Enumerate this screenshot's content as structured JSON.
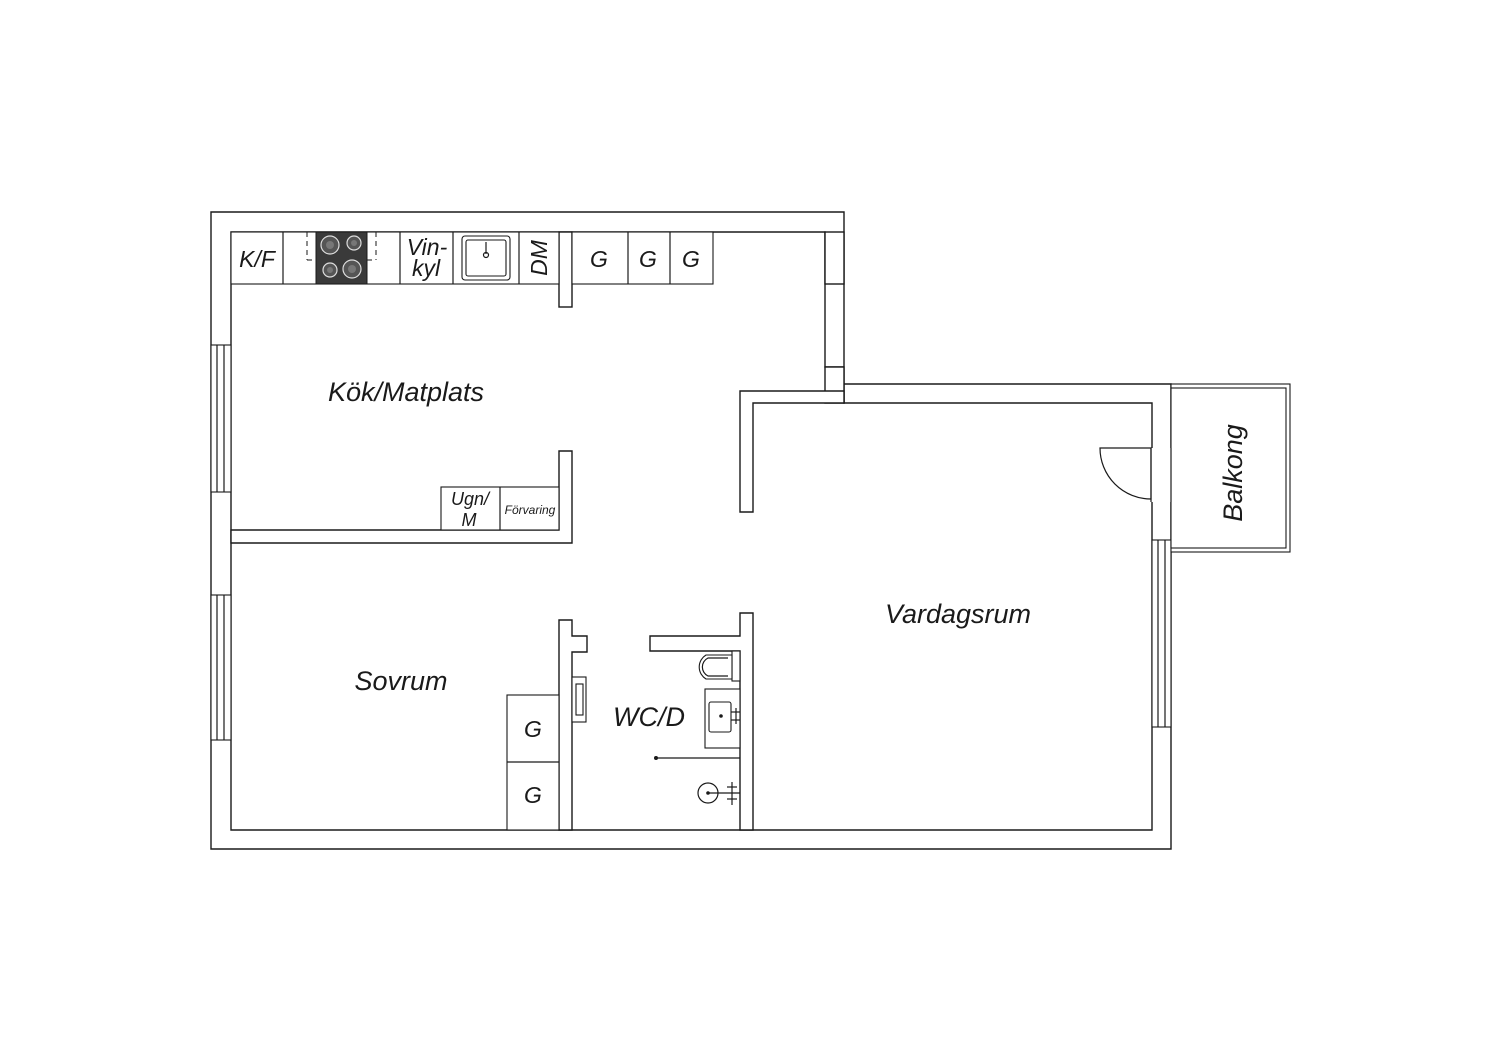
{
  "rooms": {
    "kitchen": "Kök/Matplats",
    "living": "Vardagsrum",
    "bedroom": "Sovrum",
    "bathroom": "WC/D",
    "balcony": "Balkong"
  },
  "fixtures": {
    "fridge_freezer": "K/F",
    "wine_fridge_line1": "Vin-",
    "wine_fridge_line2": "kyl",
    "dishwasher": "DM",
    "wardrobe": "G",
    "oven_line1": "Ugn/",
    "oven_line2": "M",
    "storage": "Förvaring"
  },
  "colors": {
    "wall_stroke": "#1a1a1a",
    "background": "#ffffff",
    "hob": "#3a3a3a"
  }
}
